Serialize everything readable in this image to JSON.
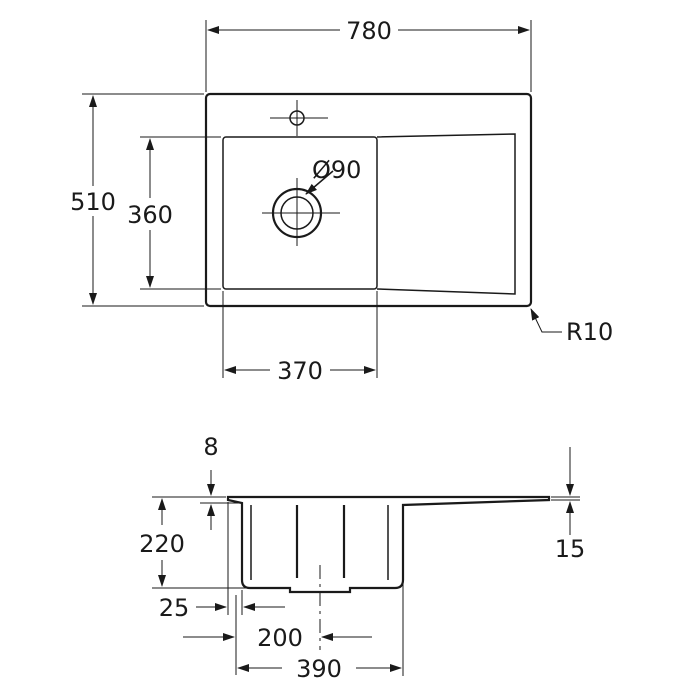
{
  "top_view": {
    "overall_width": "780",
    "overall_depth": "510",
    "bowl_depth": "360",
    "bowl_width": "370",
    "drain_diameter": "Ø90",
    "corner_radius": "R10"
  },
  "side_view": {
    "rim_thickness": "8",
    "bowl_height": "220",
    "drainer_thickness": "15",
    "wall_offset": "25",
    "drain_offset": "200",
    "bowl_outer_width": "390"
  }
}
